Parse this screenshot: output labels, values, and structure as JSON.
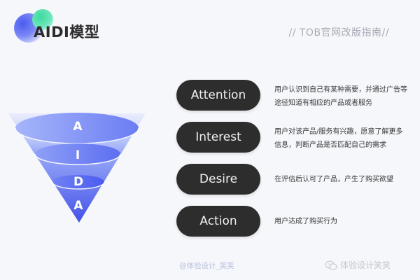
{
  "header": {
    "title": "AIDI模型",
    "subtitle": "// TOB官网改版指南//"
  },
  "funnel": {
    "layers": [
      {
        "letter": "A",
        "name": "Attention"
      },
      {
        "letter": "I",
        "name": "Interest"
      },
      {
        "letter": "D",
        "name": "Desire"
      },
      {
        "letter": "A",
        "name": "Action"
      }
    ],
    "colors": {
      "top": "#8fa1f7",
      "bottom": "#4a57ea",
      "rim": "#ffffff"
    }
  },
  "stages": [
    {
      "label": "Attention",
      "description": "用户认识到自己有某种需要，并通过广告等途径知道有相应的产品或者服务"
    },
    {
      "label": "Interest",
      "description": "用户对该产品/服务有兴趣，愿意了解更多信息，判断产品是否匹配自己的需求"
    },
    {
      "label": "Desire",
      "description": "在评估后认可了产品，产生了购买欲望"
    },
    {
      "label": "Action",
      "description": "用户达成了购买行为"
    }
  ],
  "footer": {
    "author": "@体验设计_笑笑",
    "wechat_account": "体验设计笑笑",
    "wechat_icon": "wechat-icon"
  },
  "colors": {
    "background": "#f6f7fb",
    "pill": "#2d2d2d",
    "accent_blue": "#4a5cf0",
    "accent_green": "#3fd9a0"
  }
}
